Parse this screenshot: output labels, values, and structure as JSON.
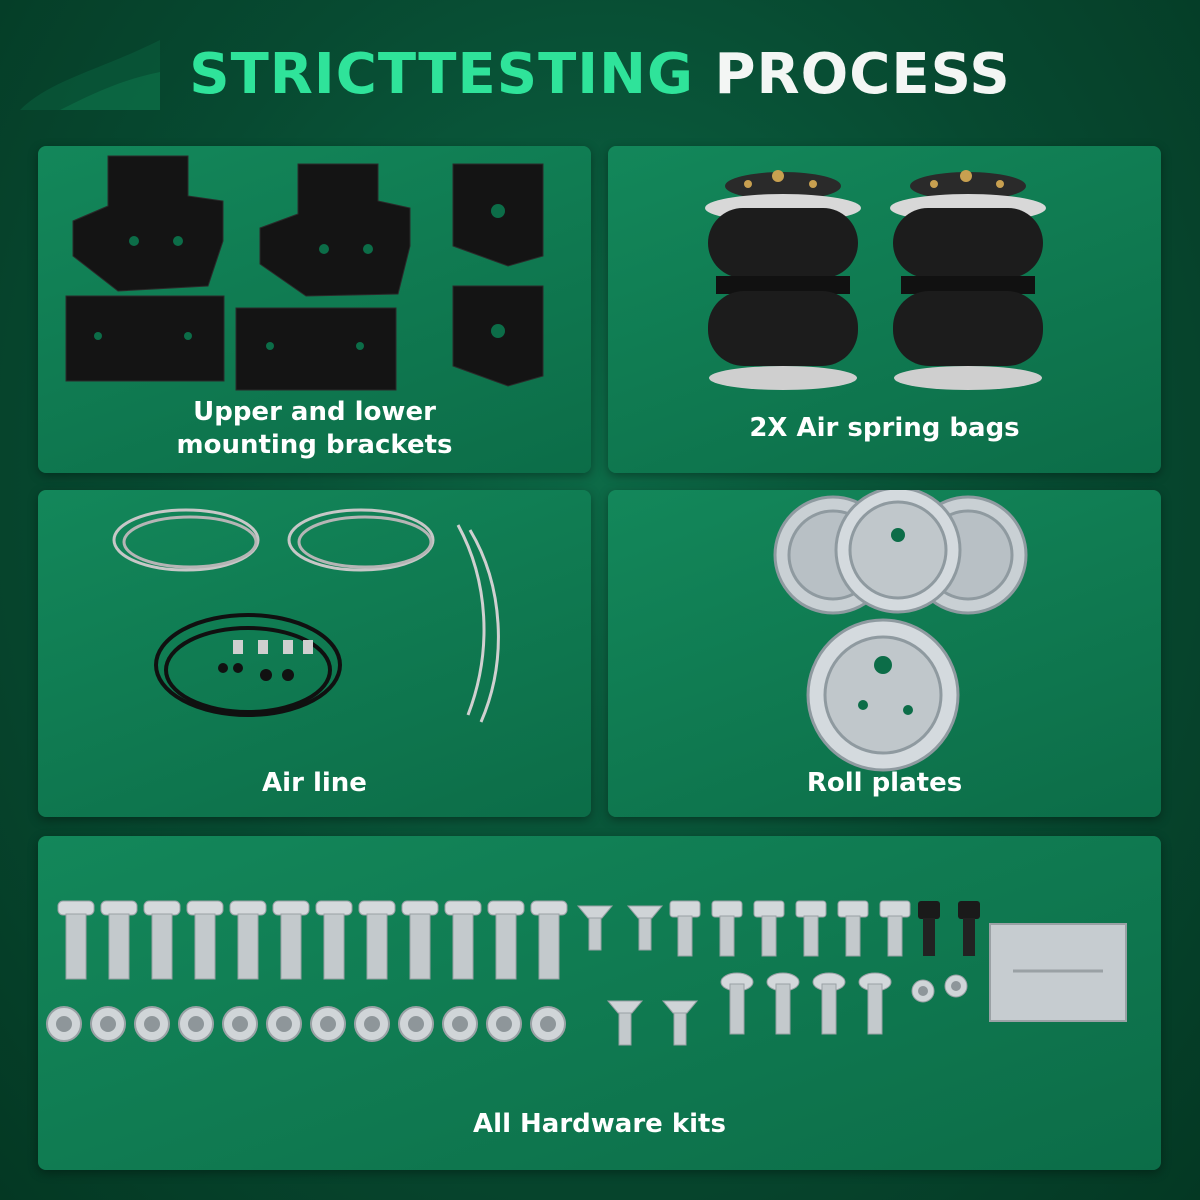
{
  "title": {
    "part1": "STRICTTESTING",
    "part2": "PROCESS"
  },
  "panels": [
    {
      "label_lines": [
        "Upper and lower",
        "mounting brackets"
      ]
    },
    {
      "label": "2X Air spring bags"
    },
    {
      "label": "Air line"
    },
    {
      "label": "Roll plates"
    },
    {
      "label": "All Hardware kits"
    }
  ],
  "colors": {
    "background": "#074a31",
    "panel": "#118156",
    "title_accent": "#2fe39a",
    "title_white": "#f3f6f4"
  }
}
